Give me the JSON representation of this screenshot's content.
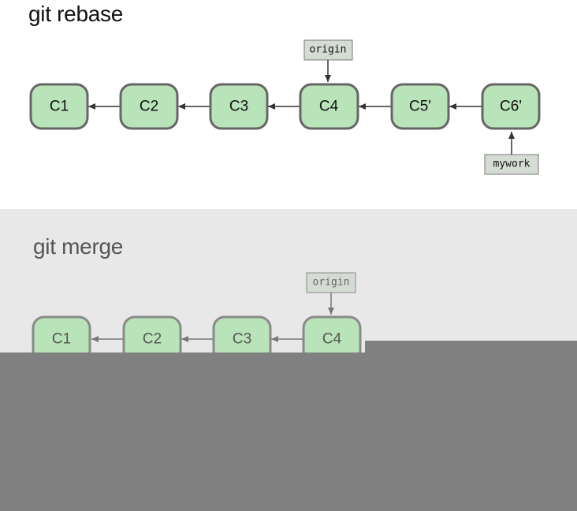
{
  "rebase": {
    "title": "git rebase",
    "commits": [
      "C1",
      "C2",
      "C3",
      "C4",
      "C5'",
      "C6'"
    ],
    "refs": {
      "origin": "origin",
      "mywork": "mywork"
    }
  },
  "merge": {
    "title": "git merge",
    "commits": [
      "C1",
      "C2",
      "C3",
      "C4"
    ],
    "refs": {
      "origin": "origin"
    }
  },
  "colors": {
    "commit_fill": "#b9e3b9",
    "commit_stroke": "#666666",
    "ref_fill": "#d4dcd4",
    "ref_stroke": "#777777",
    "arrow": "#333333",
    "merge_panel_bg": "#e8e8e8",
    "overlay": "#808080"
  }
}
